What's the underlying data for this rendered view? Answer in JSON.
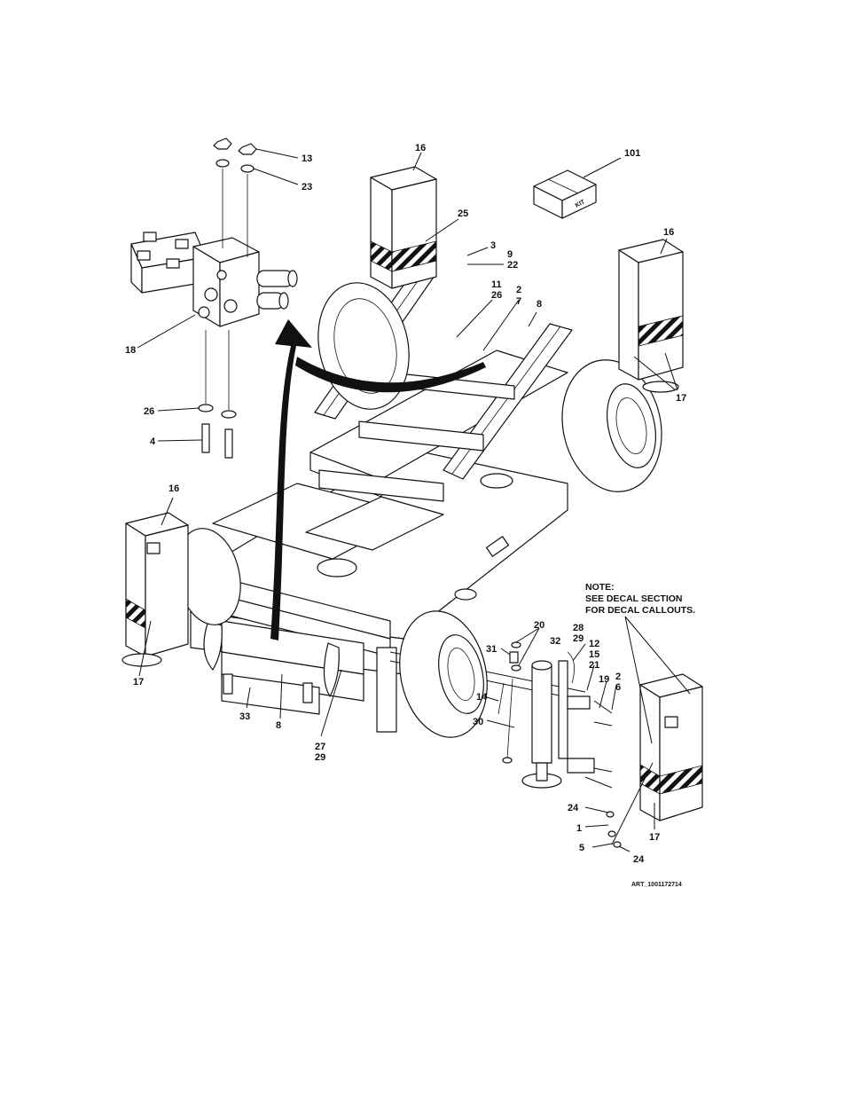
{
  "diagram": {
    "art_id": "ART_1001172714",
    "note_lines": [
      "NOTE:",
      "SEE DECAL SECTION",
      "FOR DECAL CALLOUTS."
    ],
    "kit_label": "KIT",
    "callouts": [
      {
        "id": "c-13",
        "label": "13"
      },
      {
        "id": "c-23",
        "label": "23"
      },
      {
        "id": "c-18",
        "label": "18"
      },
      {
        "id": "c-26a",
        "label": "26"
      },
      {
        "id": "c-4",
        "label": "4"
      },
      {
        "id": "c-16a",
        "label": "16"
      },
      {
        "id": "c-25",
        "label": "25"
      },
      {
        "id": "c-3",
        "label": "3"
      },
      {
        "id": "c-9",
        "label": "9"
      },
      {
        "id": "c-22",
        "label": "22"
      },
      {
        "id": "c-11",
        "label": "11"
      },
      {
        "id": "c-26b",
        "label": "26"
      },
      {
        "id": "c-2a",
        "label": "2"
      },
      {
        "id": "c-7",
        "label": "7"
      },
      {
        "id": "c-8a",
        "label": "8"
      },
      {
        "id": "c-101",
        "label": "101"
      },
      {
        "id": "c-16b",
        "label": "16"
      },
      {
        "id": "c-17a",
        "label": "17"
      },
      {
        "id": "c-16c",
        "label": "16"
      },
      {
        "id": "c-17b",
        "label": "17"
      },
      {
        "id": "c-33",
        "label": "33"
      },
      {
        "id": "c-8b",
        "label": "8"
      },
      {
        "id": "c-27",
        "label": "27"
      },
      {
        "id": "c-29a",
        "label": "29"
      },
      {
        "id": "c-20",
        "label": "20"
      },
      {
        "id": "c-31",
        "label": "31"
      },
      {
        "id": "c-32",
        "label": "32"
      },
      {
        "id": "c-28",
        "label": "28"
      },
      {
        "id": "c-29b",
        "label": "29"
      },
      {
        "id": "c-12",
        "label": "12"
      },
      {
        "id": "c-15",
        "label": "15"
      },
      {
        "id": "c-21",
        "label": "21"
      },
      {
        "id": "c-19",
        "label": "19"
      },
      {
        "id": "c-2b",
        "label": "2"
      },
      {
        "id": "c-6",
        "label": "6"
      },
      {
        "id": "c-14",
        "label": "14"
      },
      {
        "id": "c-30",
        "label": "30"
      },
      {
        "id": "c-24a",
        "label": "24"
      },
      {
        "id": "c-1",
        "label": "1"
      },
      {
        "id": "c-5",
        "label": "5"
      },
      {
        "id": "c-24b",
        "label": "24"
      },
      {
        "id": "c-17c",
        "label": "17"
      }
    ]
  }
}
